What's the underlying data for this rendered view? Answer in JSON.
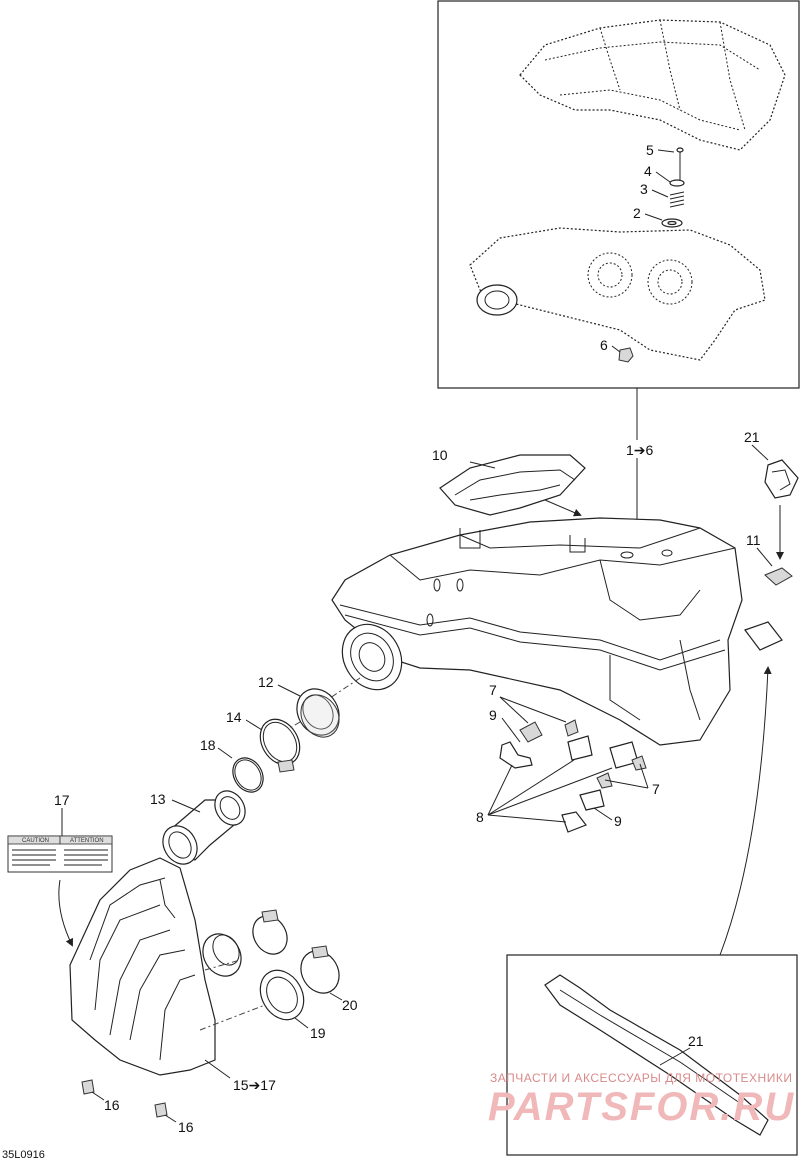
{
  "callouts": {
    "c1to6": "1➔6",
    "c2": "2",
    "c3": "3",
    "c4": "4",
    "c5": "5",
    "c6": "6",
    "c7a": "7",
    "c7b": "7",
    "c8": "8",
    "c9a": "9",
    "c9b": "9",
    "c10": "10",
    "c11": "11",
    "c12": "12",
    "c13": "13",
    "c14": "14",
    "c15to17": "15➔17",
    "c16a": "16",
    "c16b": "16",
    "c17": "17",
    "c18": "18",
    "c19": "19",
    "c20": "20",
    "c21a": "21",
    "c21b": "21"
  },
  "label17": {
    "caution": "CAUTION",
    "attention": "ATTENTION"
  },
  "watermark": {
    "line1": "ЗАПЧАСТИ И АКСЕССУАРЫ ДЛЯ МОТОТЕХНИКИ",
    "line2": "PARTSFOR.RU"
  },
  "doc_id": "35L0916"
}
